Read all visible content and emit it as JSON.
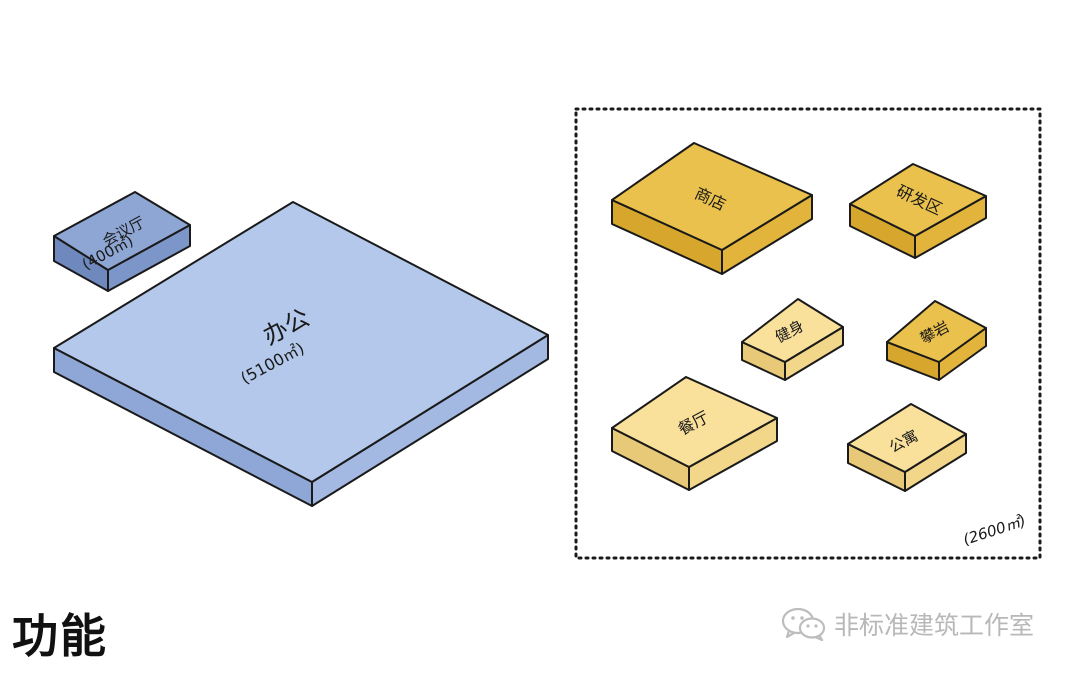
{
  "title": "功能",
  "watermark": "非标准建筑工作室",
  "icon": "wechat-icon",
  "colors": {
    "office_top": "#b3c8ea",
    "meeting_top": "#8ea6d4",
    "dark_yellow_top": "#eac14c",
    "light_yellow_top": "#f9e09b",
    "outline": "#1a1a1a"
  },
  "blocks": {
    "office": {
      "name": "办公",
      "area": "(5100㎡)"
    },
    "meeting": {
      "name": "会议厅",
      "area": "(400㎡)"
    },
    "shop": {
      "name": "商店"
    },
    "rnd": {
      "name": "研发区"
    },
    "gym": {
      "name": "健身"
    },
    "climb": {
      "name": "攀岩"
    },
    "restaurant": {
      "name": "餐厅"
    },
    "apartment": {
      "name": "公寓"
    }
  },
  "group": {
    "area": "(2600㎡)"
  }
}
